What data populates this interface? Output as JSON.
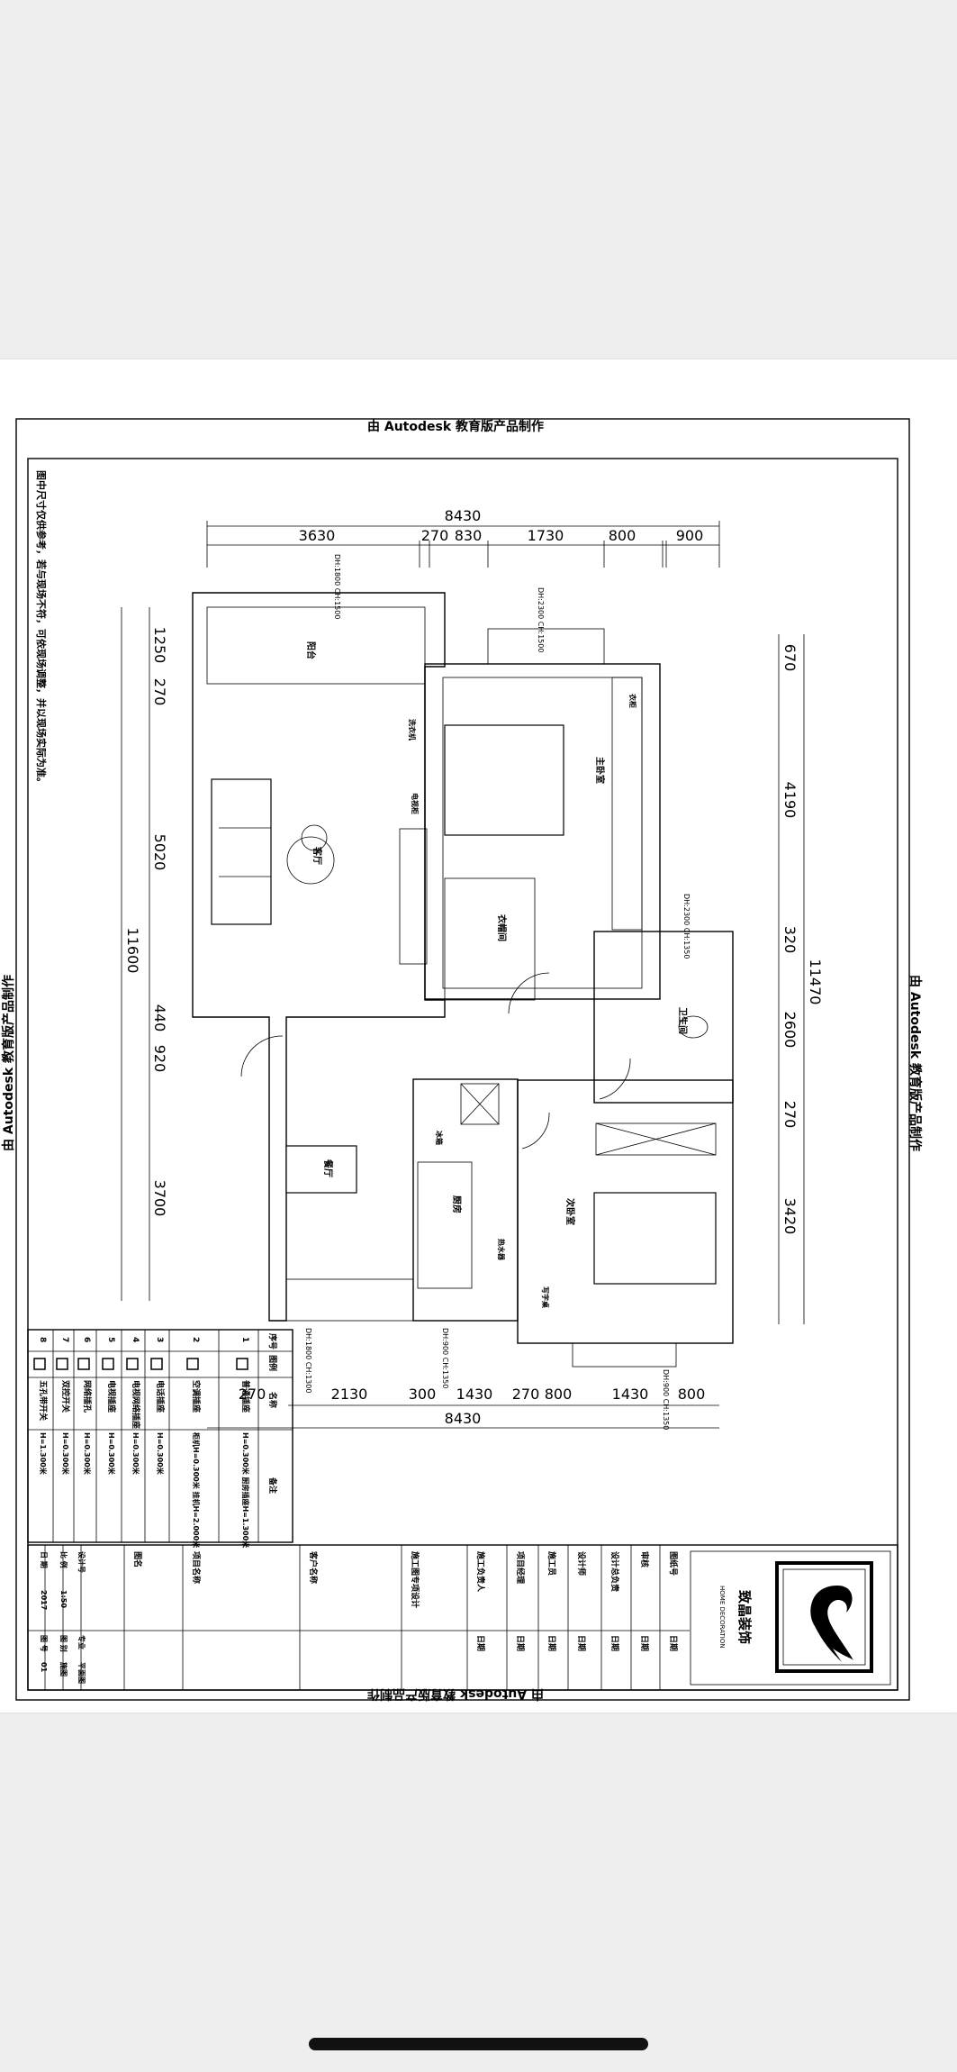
{
  "watermark": "由 Autodesk 教育版产品制作",
  "note": "图中尺寸仅供参考，若与现场不符，可依现场调整，并以现场实际为准。",
  "dims": {
    "top_total": "8430",
    "top": [
      "3630",
      "270",
      "830",
      "1730",
      "800",
      "900"
    ],
    "left_total": "11600",
    "left": [
      "1250",
      "270",
      "5020",
      "440",
      "920",
      "3700"
    ],
    "right_total": "11470",
    "right": [
      "670",
      "4190",
      "320",
      "2600",
      "270",
      "3420"
    ],
    "bottom_total": "8430",
    "bottom": [
      "270",
      "2130",
      "300",
      "1430",
      "270",
      "800",
      "1430",
      "800"
    ]
  },
  "window_tags": [
    "DH:1800 CH:1500",
    "DH:2300 CH:1500",
    "DH:2300 CH:1350",
    "DH:1800 CH:1300",
    "DH:900 CH:1350",
    "DH:900 CH:1350"
  ],
  "rooms": [
    "阳台",
    "客厅",
    "主卧室",
    "衣帽间",
    "卫生间",
    "餐厅",
    "厨房",
    "次卧室"
  ],
  "furniture_labels": [
    "衣柜",
    "电视柜",
    "写字桌",
    "冰箱",
    "洗衣机",
    "热水器"
  ],
  "legend": {
    "headers": [
      "序号",
      "图例",
      "名称",
      "备注"
    ],
    "rows": [
      {
        "no": "1",
        "name": "普通插座",
        "note": "H=0.300米 厨房插座H=1.300米"
      },
      {
        "no": "2",
        "name": "空调插座",
        "note": "柜机H=0.300米 挂机H=2.000米"
      },
      {
        "no": "3",
        "name": "电话插座",
        "note": "H=0.300米"
      },
      {
        "no": "4",
        "name": "电视网络插座",
        "note": "H=0.300米"
      },
      {
        "no": "5",
        "name": "电视插座",
        "note": "H=0.300米"
      },
      {
        "no": "6",
        "name": "网络插孔",
        "note": "H=0.300米"
      },
      {
        "no": "7",
        "name": "双控开关",
        "note": "H=0.300米"
      },
      {
        "no": "8",
        "name": "五孔带开关",
        "note": "H=1.300米"
      }
    ]
  },
  "title_block": {
    "labels": [
      "图纸号",
      "审核",
      "设计总负责",
      "设计师",
      "施工员",
      "项目经理",
      "施工负责人",
      "施工图专项设计",
      "客户名称",
      "项目名称",
      "图名"
    ],
    "sign_label": "日期",
    "meta": [
      {
        "label": "设计号",
        "value": "",
        "label2": "专业",
        "value2": "平面图"
      },
      {
        "label": "比 例",
        "value": "1:50",
        "label2": "图 别",
        "value2": "施图"
      },
      {
        "label": "日 期",
        "value": "2017",
        "label2": "图 号",
        "value2": "01"
      }
    ],
    "company": "致晶装饰",
    "company_en": "HOME DECORATION"
  }
}
